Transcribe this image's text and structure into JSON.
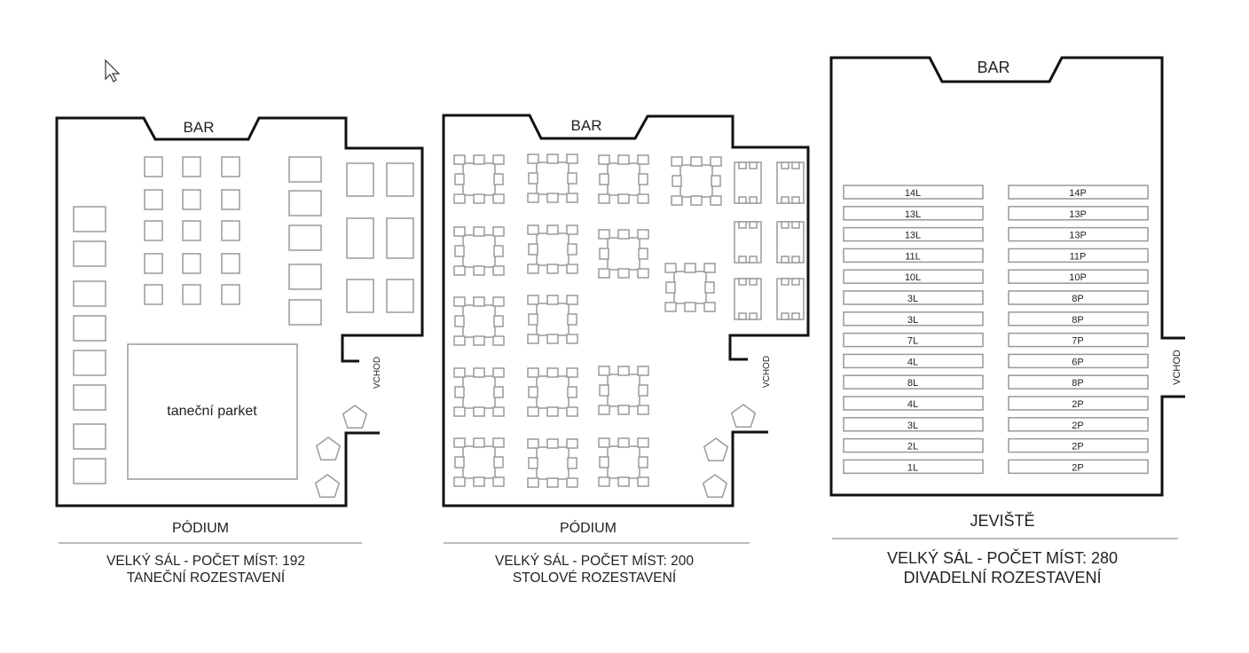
{
  "plans": [
    {
      "bar": "BAR",
      "entrance": "VCHOD",
      "dance_floor": "taneční parket",
      "stage": "PÓDIUM",
      "caption_line1": "VELKÝ SÁL - POČET MÍST: 192",
      "caption_line2": "TANEČNÍ ROZESTAVENÍ"
    },
    {
      "bar": "BAR",
      "entrance": "VCHOD",
      "stage": "PÓDIUM",
      "caption_line1": "VELKÝ SÁL - POČET MÍST: 200",
      "caption_line2": "STOLOVÉ ROZESTAVENÍ"
    },
    {
      "bar": "BAR",
      "entrance": "VCHOD",
      "stage": "JEVIŠTĚ",
      "caption_line1": "VELKÝ SÁL - POČET MÍST: 280",
      "caption_line2": "DIVADELNÍ ROZESTAVENÍ",
      "rows_left": [
        "14L",
        "13L",
        "13L",
        "11L",
        "10L",
        "3L",
        "3L",
        "7L",
        "4L",
        "8L",
        "4L",
        "3L",
        "2L",
        "1L"
      ],
      "rows_right": [
        "14P",
        "13P",
        "13P",
        "11P",
        "10P",
        "8P",
        "8P",
        "7P",
        "6P",
        "8P",
        "2P",
        "2P",
        "2P",
        "2P"
      ]
    }
  ]
}
